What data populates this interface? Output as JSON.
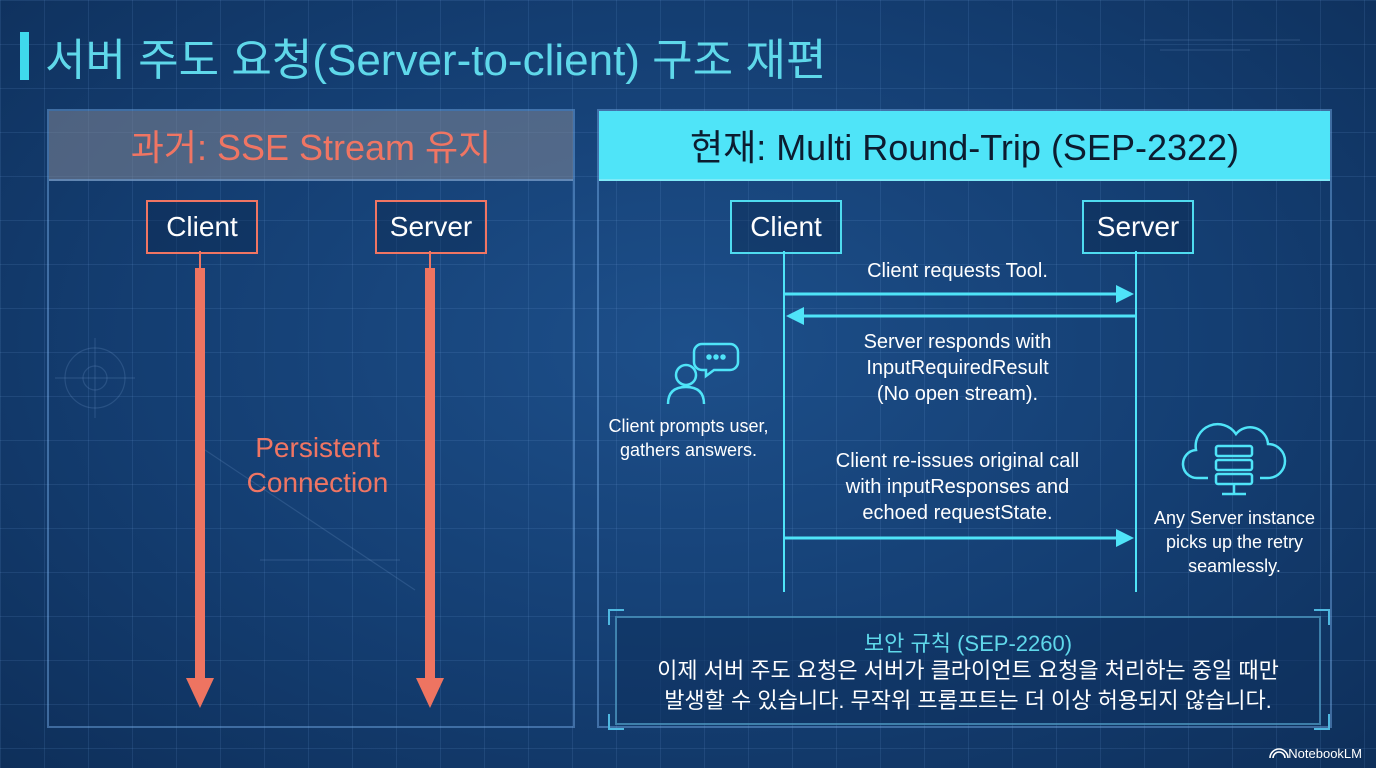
{
  "title": "서버 주도 요청(Server-to-client) 구조 재편",
  "left_panel": {
    "header": "과거: SSE Stream 유지",
    "client": "Client",
    "server": "Server",
    "connection_label_1": "Persistent",
    "connection_label_2": "Connection"
  },
  "right_panel": {
    "header": "현재: Multi Round-Trip (SEP-2322)",
    "client": "Client",
    "server": "Server",
    "msg1": "Client requests Tool.",
    "msg2_1": "Server responds with",
    "msg2_2": "InputRequiredResult",
    "msg2_3": "(No open stream).",
    "msg3_1": "Client re-issues original call",
    "msg3_2": "with inputResponses and",
    "msg3_3": "echoed requestState.",
    "client_note_1": "Client prompts user,",
    "client_note_2": "gathers answers.",
    "server_note_1": "Any Server instance",
    "server_note_2": "picks up the retry",
    "server_note_3": "seamlessly."
  },
  "security": {
    "title": "보안 규칙 (SEP-2260)",
    "line1": "이제 서버 주도 요청은 서버가 클라이언트 요청을 처리하는 중일 때만",
    "line2": "발생할 수 있습니다. 무작위 프롬프트는 더 이상 허용되지 않습니다."
  },
  "brand": "NotebookLM",
  "colors": {
    "accent_cyan": "#4fe4f8",
    "legacy_red": "#f07563",
    "background": "#143e72"
  },
  "icons": [
    "user-chat-icon",
    "cloud-server-icon",
    "notebooklm-logo-icon"
  ]
}
